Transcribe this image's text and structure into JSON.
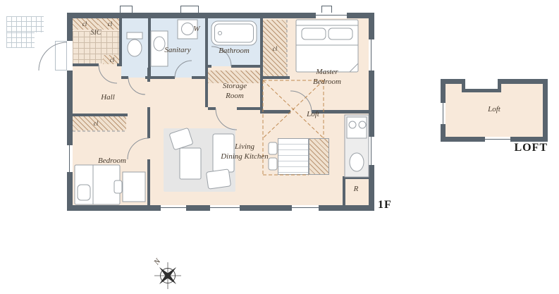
{
  "app": {
    "type": "architectural-floor-plan"
  },
  "colors": {
    "wall": "#59646e",
    "floor": "#f8e9da",
    "wet_floor": "#dde8f2",
    "hatch": "#bf9d7a",
    "dash": "#c08a52",
    "label_text": "#473b2e"
  },
  "floor_plan": {
    "title": "1F",
    "rooms": {
      "sic": "SIC",
      "sanitary": "Sanitary",
      "washer": "W",
      "bathroom": "Bathroom",
      "storage_line1": "Storage",
      "storage_line2": "Room",
      "master_line1": "Master",
      "master_line2": "Bedroom",
      "hall": "Hall",
      "loft_void": "Loft",
      "ldk_line1": "Living",
      "ldk_line2": "Dining Kitchen",
      "bedroom": "Bedroom",
      "refrigerator": "R"
    },
    "closet_label": "cl",
    "compass_north": "N"
  },
  "loft_plan": {
    "room": "Loft",
    "title": "LOFT"
  }
}
